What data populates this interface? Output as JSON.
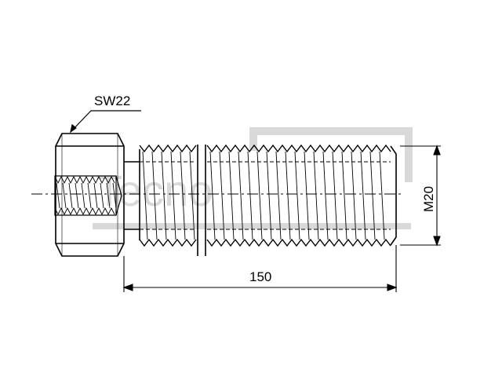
{
  "drawing": {
    "wrench_size_label": "SW22",
    "thread_label": "M20",
    "length_label": "150",
    "watermark_text": "Tecno",
    "line_color": "#000000",
    "watermark_color": "#d9d9d9"
  }
}
